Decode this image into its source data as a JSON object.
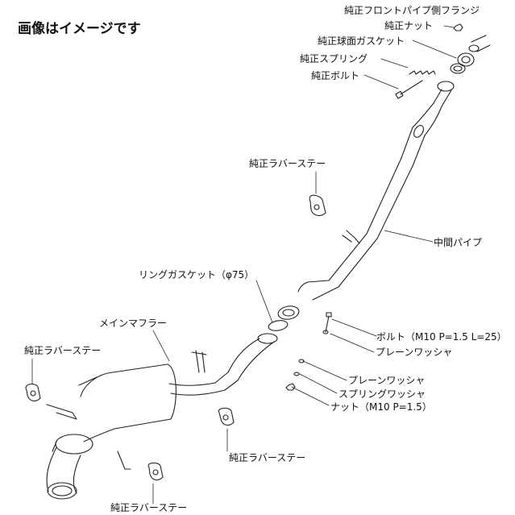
{
  "title": "画像はイメージです",
  "labels": {
    "front_pipe_flange": "純正フロントパイプ側フランジ",
    "nut_top": "純正ナット",
    "ball_gasket": "純正球面ガスケット",
    "spring": "純正スプリング",
    "bolt_top": "純正ボルト",
    "rubber_stay_upper": "純正ラバーステー",
    "center_pipe": "中間パイプ",
    "ring_gasket": "リングガスケット（φ75）",
    "main_muffler": "メインマフラー",
    "bolt_m10": "ボルト（M10 P=1.5 L=25）",
    "plain_washer_1": "プレーンワッシャ",
    "rubber_stay_left": "純正ラバーステー",
    "plain_washer_2": "プレーンワッシャ",
    "spring_washer": "スプリングワッシャ",
    "nut_m10": "ナット（M10 P=1.5）",
    "rubber_stay_right": "純正ラバーステー",
    "rubber_stay_bottom": "純正ラバーステー"
  },
  "colors": {
    "line": "#222222",
    "text": "#111111"
  }
}
